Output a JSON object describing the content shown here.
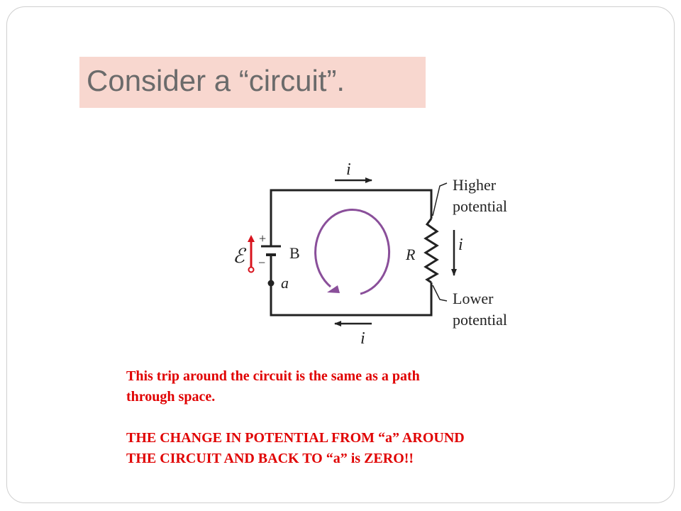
{
  "title": "Consider a “circuit”.",
  "diagram": {
    "current_top": "i",
    "current_right": "i",
    "current_bottom": "i",
    "emf_symbol": "ℰ",
    "plus": "+",
    "minus": "−",
    "battery_label": "B",
    "point_label": "a",
    "resistor_label": "R",
    "higher_line1": "Higher",
    "higher_line2": "potential",
    "lower_line1": "Lower",
    "lower_line2": "potential"
  },
  "note": {
    "line1": "This trip around the circuit is the same as a path",
    "line2": "through space.",
    "line3": "THE CHANGE IN POTENTIAL FROM “a” AROUND",
    "line4": "THE CIRCUIT AND BACK TO  “a” is ZERO!!"
  },
  "colors": {
    "title_bg": "#f8d7cf",
    "title_text": "#6b6b6b",
    "note_text": "#e00000",
    "loop": "#8a4f9a",
    "emf_arrow": "#d8141e",
    "wire": "#222222"
  }
}
